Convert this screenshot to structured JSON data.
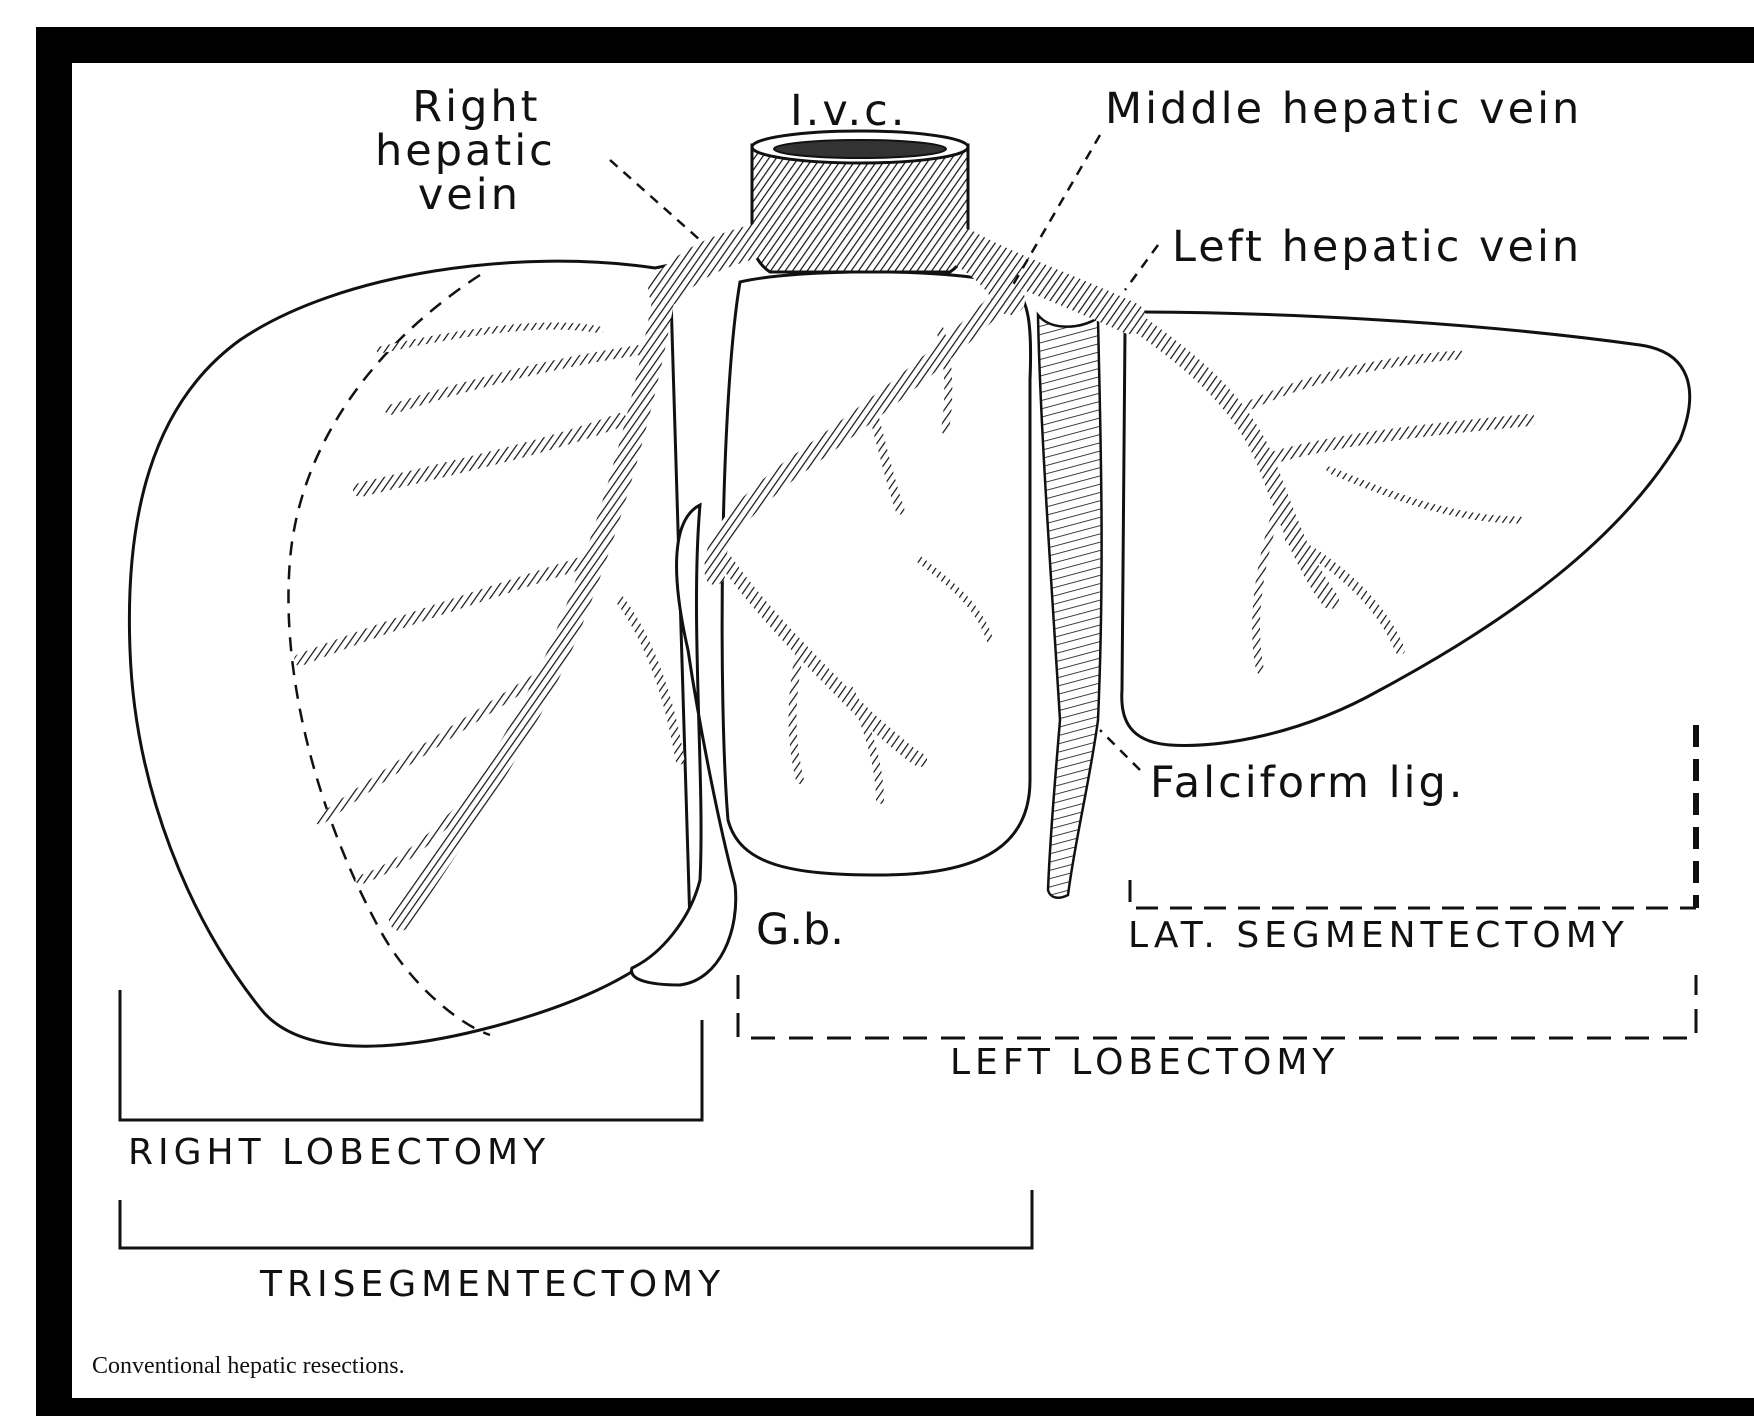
{
  "labels": {
    "right_hepatic_vein": [
      "Right",
      "hepatic",
      "vein"
    ],
    "ivc": "I.v.c.",
    "middle_hepatic_vein": "Middle hepatic vein",
    "left_hepatic_vein": "Left hepatic vein",
    "falciform_lig": "Falciform lig.",
    "gallbladder": "G.b.",
    "lat_segmentectomy": "LAT. SEGMENTECTOMY",
    "left_lobectomy": "LEFT LOBECTOMY",
    "right_lobectomy": "RIGHT LOBECTOMY",
    "trisegmentectomy": "TRISEGMENTECTOMY"
  },
  "caption": "Conventional hepatic resections."
}
